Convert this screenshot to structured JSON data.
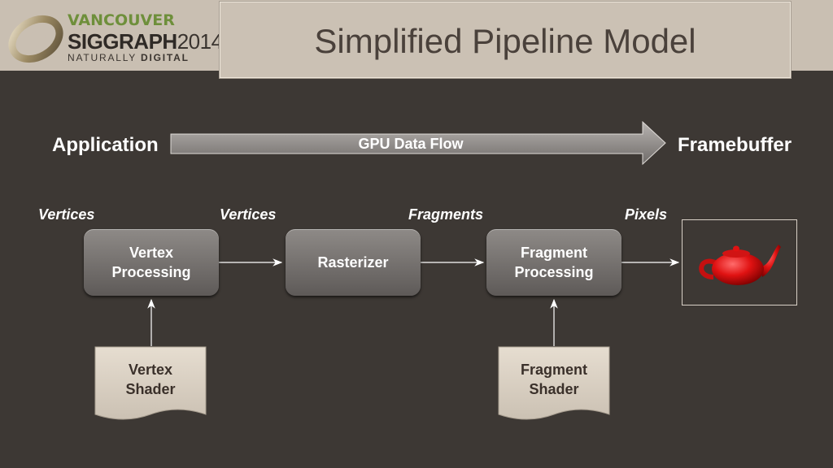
{
  "header": {
    "title": "Simplified Pipeline Model",
    "logo": {
      "city": "VANCOUVER",
      "brand": "SIGGRAPH",
      "year": "2014",
      "tagline_a": "NATURALLY",
      "tagline_b": "DIGITAL"
    }
  },
  "flow": {
    "source": "Application",
    "arrow_label": "GPU Data Flow",
    "target": "Framebuffer"
  },
  "stage_labels": [
    "Vertices",
    "Vertices",
    "Fragments",
    "Pixels"
  ],
  "stages": [
    {
      "label": "Vertex\nProcessing"
    },
    {
      "label": "Rasterizer"
    },
    {
      "label": "Fragment\nProcessing"
    }
  ],
  "shaders": [
    {
      "label": "Vertex\nShader"
    },
    {
      "label": "Fragment\nShader"
    }
  ],
  "colors": {
    "background": "#3d3834",
    "header": "#c9bfb2",
    "teapot": "#e01212",
    "shader_doc": "#d9d0c2"
  },
  "output_image": "teapot-icon"
}
